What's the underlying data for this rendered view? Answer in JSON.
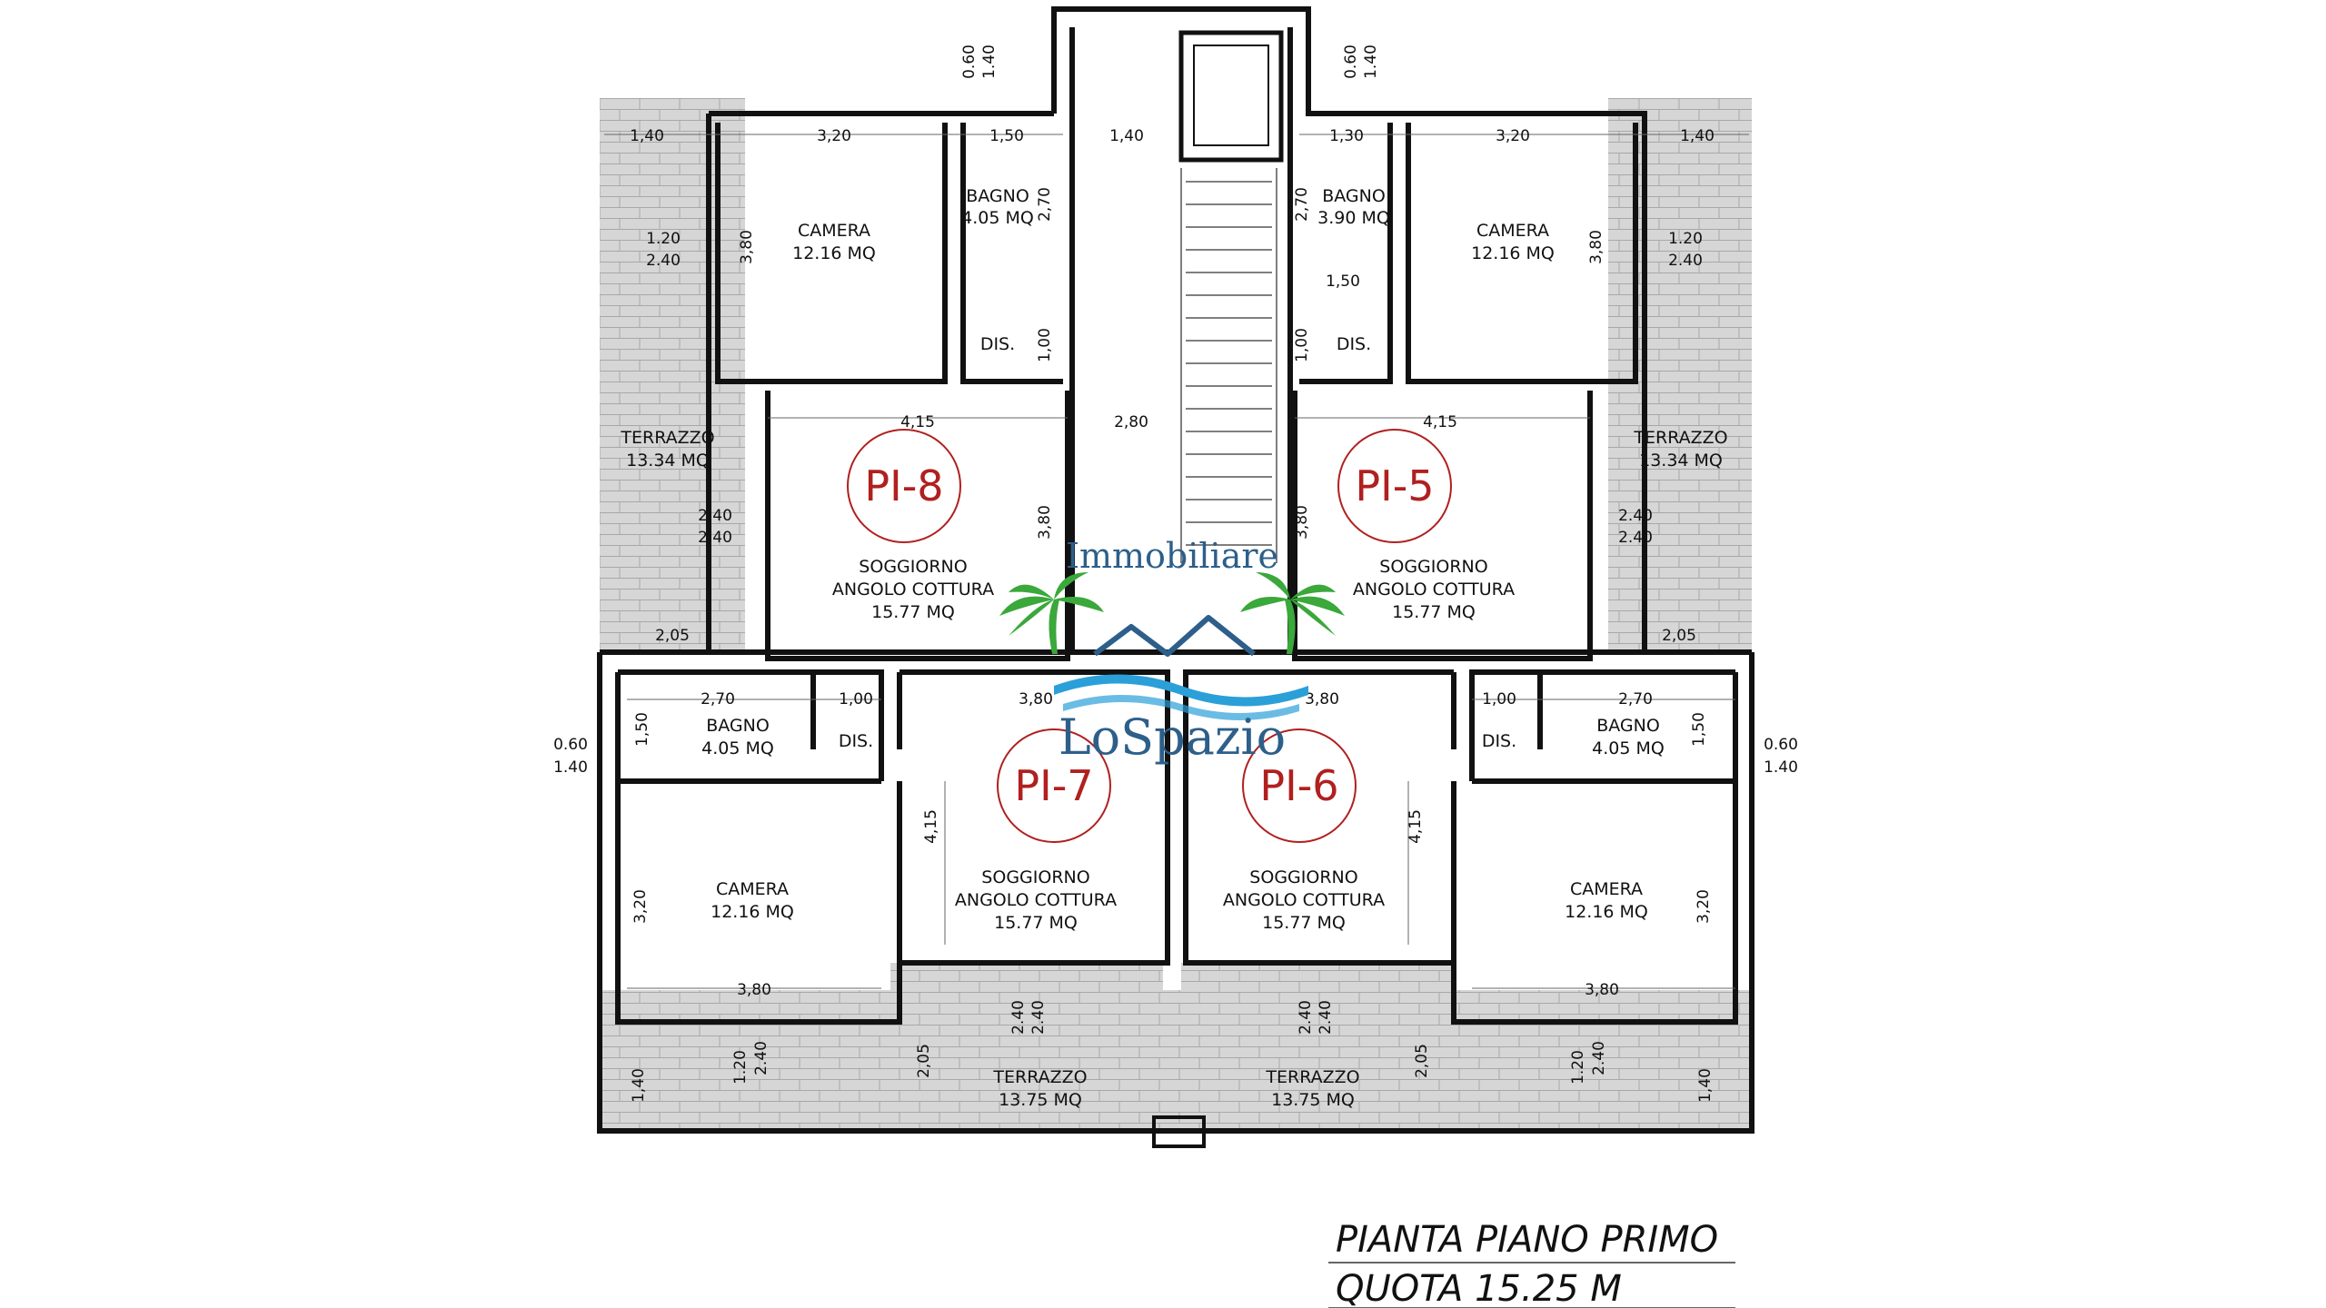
{
  "plan": {
    "caption_line1": "PIANTA PIANO PRIMO",
    "caption_line2": "QUOTA 15.25 M",
    "units": [
      {
        "code": "PI-8"
      },
      {
        "code": "PI-5"
      },
      {
        "code": "PI-7"
      },
      {
        "code": "PI-6"
      }
    ],
    "rooms": {
      "camera_tl": [
        "CAMERA",
        "12.16 MQ"
      ],
      "camera_tr": [
        "CAMERA",
        "12.16 MQ"
      ],
      "camera_bl": [
        "CAMERA",
        "12.16 MQ"
      ],
      "camera_br": [
        "CAMERA",
        "12.16 MQ"
      ],
      "bagno_tl": [
        "BAGNO",
        "4.05 MQ"
      ],
      "bagno_tr": [
        "BAGNO",
        "3.90 MQ"
      ],
      "bagno_bl": [
        "BAGNO",
        "4.05 MQ"
      ],
      "bagno_br": [
        "BAGNO",
        "4.05 MQ"
      ],
      "dis_tl": "DIS.",
      "dis_tr": "DIS.",
      "dis_bl": "DIS.",
      "dis_br": "DIS.",
      "sogg_tl": [
        "SOGGIORNO",
        "ANGOLO COTTURA",
        "15.77 MQ"
      ],
      "sogg_tr": [
        "SOGGIORNO",
        "ANGOLO COTTURA",
        "15.77 MQ"
      ],
      "sogg_bl": [
        "SOGGIORNO",
        "ANGOLO COTTURA",
        "15.77 MQ"
      ],
      "sogg_br": [
        "SOGGIORNO",
        "ANGOLO COTTURA",
        "15.77 MQ"
      ],
      "terr_l": [
        "TERRAZZO",
        "13.34 MQ"
      ],
      "terr_r": [
        "TERRAZZO",
        "13.34 MQ"
      ],
      "terr_bl": [
        "TERRAZZO",
        "13.75 MQ"
      ],
      "terr_br": [
        "TERRAZZO",
        "13.75 MQ"
      ]
    },
    "dims": {
      "top_060_l": "0.60",
      "top_140_l": "1.40",
      "top_060_r": "0.60",
      "top_140_r": "1.40",
      "tl_140": "1,40",
      "tl_320": "3,20",
      "tl_150": "1,50",
      "c_140": "1,40",
      "tr_130": "1,30",
      "tr_320": "3,20",
      "tr_140": "1,40",
      "tl_380v": "3,80",
      "tl_270v": "2,70",
      "tr_270v": "2,70",
      "tr_380v": "3,80",
      "l_120": "1.20",
      "l_240": "2.40",
      "r_120": "1.20",
      "r_240": "2.40",
      "tr_150": "1,50",
      "tl_100v": "1,00",
      "tr_100v": "1,00",
      "tl_415": "4,15",
      "c_280": "2,80",
      "tr_415": "4,15",
      "tl_380v2": "3,80",
      "tr_380v2": "3,80",
      "l_240a": "2.40",
      "l_240b": "2.40",
      "r_240a": "2.40",
      "r_240b": "2.40",
      "l_205": "2,05",
      "r_205": "2,05",
      "bl_270": "2,70",
      "bl_100": "1,00",
      "bl_380": "3,80",
      "br_380": "3,80",
      "br_100": "1,00",
      "br_270": "2,70",
      "bl_150v": "1,50",
      "br_150v": "1,50",
      "bl_060": "0.60",
      "bl_140": "1.40",
      "br_060": "0.60",
      "br_140": "1.40",
      "bl_415v": "4,15",
      "br_415v": "4,15",
      "bl_320v": "3,20",
      "br_320v": "3,20",
      "bl_380b": "3,80",
      "br_380b": "3,80",
      "b_240a": "2.40",
      "b_240b": "2.40",
      "b_240c": "2.40",
      "b_240d": "2.40",
      "bl_140v": "1,40",
      "bl_120v": "1.20",
      "bl_240v": "2.40",
      "bl_205v": "2,05",
      "br_205v": "2,05",
      "br_120v": "1.20",
      "br_240v": "2.40",
      "br_140v": "1,40"
    }
  },
  "watermark": {
    "line1": "Immobiliare",
    "line2": "LoSpazio",
    "colors": {
      "text": "#2d5f8a",
      "palm": "#3aa83a",
      "wave": "#2b9fd8"
    }
  },
  "colors": {
    "wall": "#111111",
    "terrace_fill": "#d9d9d9",
    "unit_text": "#b0201f"
  }
}
